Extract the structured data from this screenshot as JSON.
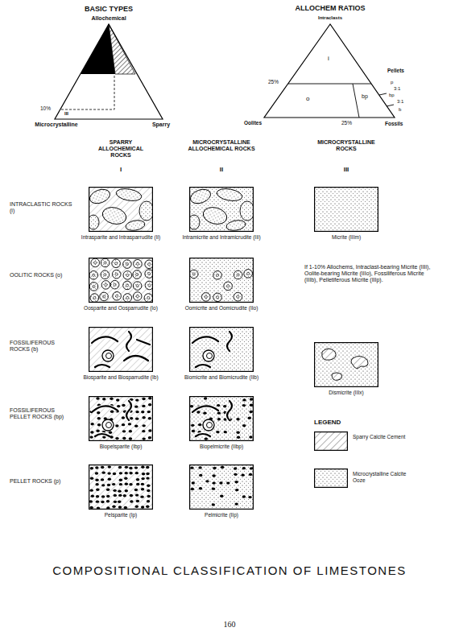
{
  "diagram": {
    "title": "COMPOSITIONAL CLASSIFICATION OF LIMESTONES",
    "nodes": [
      {
        "text": [
          "Intrasparite and Intrasparrudite (Ii)"
        ]
      },
      {
        "text": [
          "Intramicrite and Intramicrudite (IIi)"
        ]
      },
      {
        "text": [
          "Micrite (IIIm)"
        ]
      },
      {
        "text": [
          "Oosparite and Oosparrudite (Io)"
        ]
      },
      {
        "text": [
          "Oomicrite and Oomicrudite (IIo)"
        ]
      },
      {
        "text": [
          "Biosparite and Biosparrudite (Ib)"
        ]
      },
      {
        "text": [
          "Biomicrite and Biomicrudite (IIb)"
        ]
      },
      {
        "text": [
          "Dismicrite (IIIx)"
        ]
      },
      {
        "text": [
          "Biopelsparite (Ibp)"
        ]
      },
      {
        "text": [
          "Biopelmicrite (IIbp)"
        ]
      },
      {
        "text": [
          "Pelsparite (Ip)"
        ]
      },
      {
        "text": [
          "Pelmicrite (IIp)"
        ]
      }
    ],
    "labels": [
      "BASIC TYPES",
      "Allochemical",
      "10%",
      "III",
      "Microcrystalline",
      "Sparry",
      "ALLOCHEM RATIOS",
      "Intraclasts",
      "25%",
      "i",
      "Pellets",
      "o",
      "bp",
      "25%",
      "p",
      "3:1",
      "bp",
      "3:1",
      "b",
      "Oolites",
      "Fossils",
      "SPARRY ALLOCHEMICAL ROCKS",
      "I",
      "MICROCRYSTALLINE ALLOCHEMICAL ROCKS",
      "II",
      "MICROCRYSTALLINE ROCKS",
      "III",
      "INTRACLASTIC ROCKS (i)",
      "OOLITIC ROCKS (o)",
      "FOSSILIFEROUS ROCKS (b)",
      "FOSSILIFEROUS PELLET ROCKS (bp)",
      "PELLET ROCKS (p)",
      "If 1-10% Allochems, Intraclast-bearing Micrite (IIIi), Oolite-bearing Micrite (IIIo), Fossiliferous Micrite (IIIb), Pelletiferous Micrite (IIIp).",
      "LEGEND",
      "160"
    ],
    "legend": [
      {
        "text": "Sparry Calcite Cement"
      },
      {
        "text": "Microcrystalline Calcite Ooze"
      }
    ]
  }
}
